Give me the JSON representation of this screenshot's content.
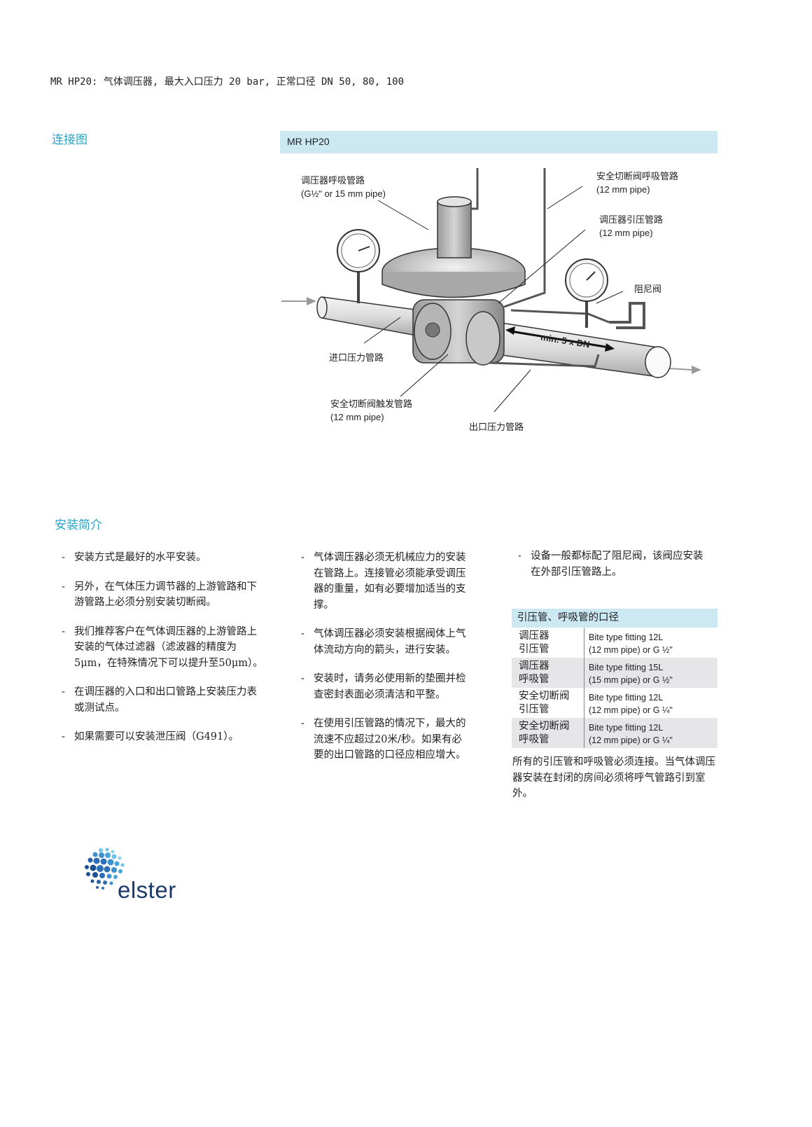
{
  "header": {
    "title": "MR HP20: 气体调压器, 最大入口压力 20 bar, 正常口径 DN 50, 80, 100"
  },
  "sections": {
    "connection": "连接图",
    "install": "安装简介"
  },
  "diagram": {
    "bar_title": "MR HP20",
    "labels": {
      "regulator_breather": "调压器呼吸管路",
      "regulator_breather_sub": "(G½\" or 15 mm pipe)",
      "ssv_breather": "安全切断阀呼吸管路",
      "ssv_breather_sub": "(12 mm pipe)",
      "regulator_impulse": "调压器引压管路",
      "regulator_impulse_sub": "(12 mm pipe)",
      "damper": "阻尼阀",
      "inlet_pressure": "进口压力管路",
      "ssv_trigger": "安全切断阀触发管路",
      "ssv_trigger_sub": "(12 mm pipe)",
      "outlet_pressure": "出口压力管路",
      "min_distance": "min. 5 x DN"
    }
  },
  "columns": {
    "col1": [
      "安装方式是最好的水平安装。",
      "另外，在气体压力调节器的上游管路和下游管路上必须分别安装切断阀。",
      "我们推荐客户在气体调压器的上游管路上安装的气体过滤器（滤波器的精度为5μm，在特殊情况下可以提升至50μm）。",
      "在调压器的入口和出口管路上安装压力表或测试点。",
      "如果需要可以安装泄压阀（G491）。"
    ],
    "col2": [
      "气体调压器必须无机械应力的安装在管路上。连接管必须能承受调压器的重量，如有必要增加适当的支撑。",
      "气体调压器必须安装根据阀体上气体流动方向的箭头，进行安装。",
      "安装时，请务必使用新的垫圈并检查密封表面必须清洁和平整。",
      "在使用引压管路的情况下，最大的流速不应超过20米/秒。如果有必要的出口管路的口径应相应增大。"
    ],
    "col3": [
      "设备一般都标配了阻尼阀，该阀应安装在外部引压管路上。"
    ]
  },
  "spec_table": {
    "title": "引压管、呼吸管的口径",
    "rows": [
      {
        "k1": "调压器",
        "k2": "引压管",
        "v1": "Bite type fitting 12L",
        "v2": "(12 mm pipe) or G ½\""
      },
      {
        "k1": "调压器",
        "k2": "呼吸管",
        "v1": "Bite type fitting 15L",
        "v2": "(15 mm pipe) or G ½\""
      },
      {
        "k1": "安全切断阀",
        "k2": "引压管",
        "v1": "Bite type fitting 12L",
        "v2": "(12 mm pipe) or G ¼\""
      },
      {
        "k1": "安全切断阀",
        "k2": "呼吸管",
        "v1": "Bite type fitting 12L",
        "v2": "(12 mm pipe) or G ¼\""
      }
    ]
  },
  "note": "所有的引压管和呼吸管必须连接。当气体调压器安装在封闭的房间必须将呼气管路引到室外。",
  "logo": {
    "text": "elster"
  }
}
